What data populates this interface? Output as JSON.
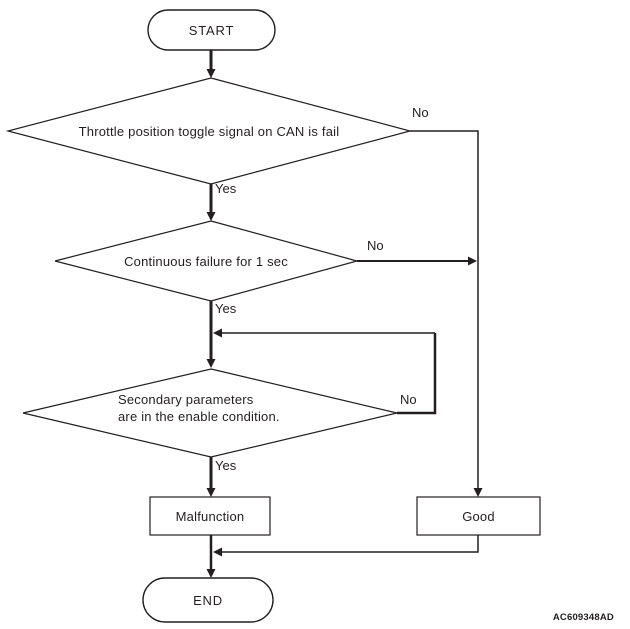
{
  "diagram": {
    "figure_code": "AC609348AD",
    "nodes": {
      "start": {
        "label": "START",
        "type": "terminator"
      },
      "decision1": {
        "label": "Throttle position toggle signal on CAN is fail",
        "type": "decision"
      },
      "decision2": {
        "label": "Continuous failure for 1 sec",
        "type": "decision"
      },
      "decision3": {
        "line1": "Secondary parameters",
        "line2": "are in the enable condition.",
        "type": "decision"
      },
      "malfunction": {
        "label": "Malfunction",
        "type": "process"
      },
      "good": {
        "label": "Good",
        "type": "process"
      },
      "end": {
        "label": "END",
        "type": "terminator"
      }
    },
    "edges": {
      "decision1_yes": "Yes",
      "decision1_no": "No",
      "decision2_yes": "Yes",
      "decision2_no": "No",
      "decision3_yes": "Yes",
      "decision3_no": "No"
    },
    "colors": {
      "line": "#231f20",
      "background": "#ffffff"
    }
  }
}
